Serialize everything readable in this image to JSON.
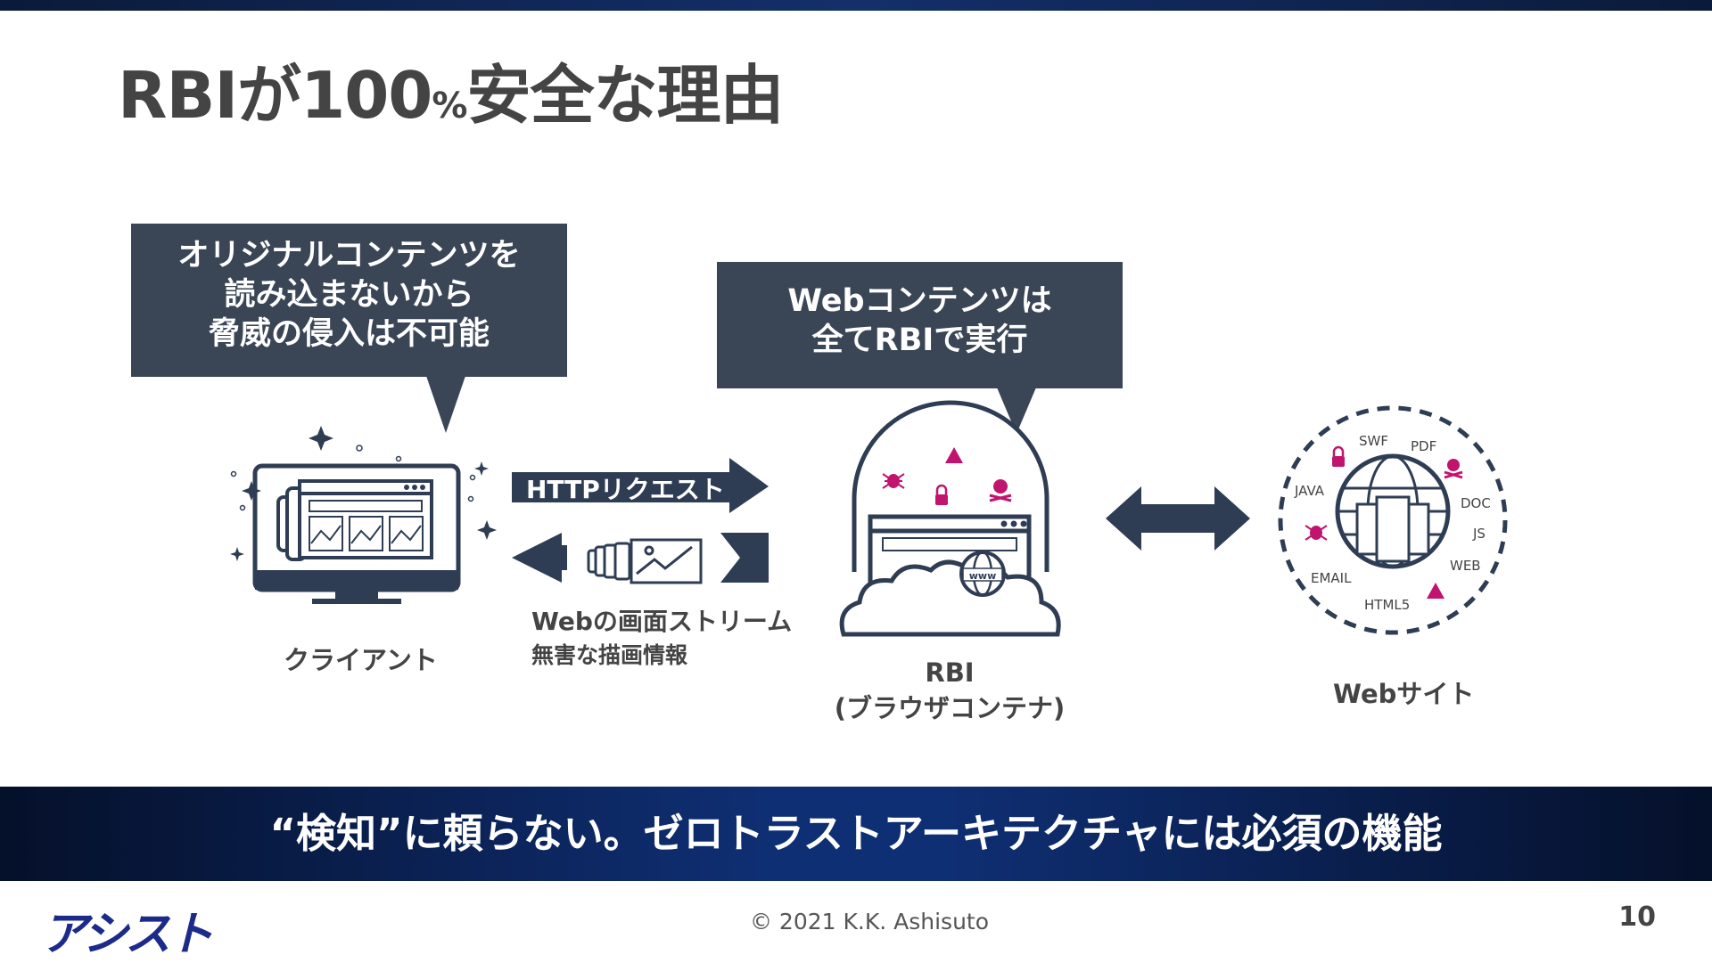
{
  "slide": {
    "title_main": "RBIが100",
    "title_pct": "%",
    "title_rest": "安全な理由"
  },
  "callouts": {
    "left": [
      "オリジナルコンテンツを",
      "読み込まないから",
      "脅威の侵入は不可能"
    ],
    "middle": [
      "Webコンテンツは",
      "全てRBIで実行"
    ]
  },
  "flow": {
    "http_request": "HTTPリクエスト",
    "stream_line1": "Webの画面ストリーム",
    "stream_line2": "無害な描画情報"
  },
  "nodes": {
    "client": "クライアント",
    "rbi_line1": "RBI",
    "rbi_line2": "(ブラウザコンテナ)",
    "website": "Webサイト"
  },
  "web_labels": [
    "SWF",
    "PDF",
    "JAVA",
    "DOC",
    "JS",
    "WEB",
    "EMAIL",
    "HTML5"
  ],
  "browser_badge": "www",
  "icons": {
    "threat_colors": "#c0146e",
    "dark": "#2f3d54"
  },
  "footer": {
    "tagline": "“検知”に頼らない。ゼロトラストアーキテクチャには必須の機能",
    "logo": "アシスト",
    "copyright": "© 2021 K.K. Ashisuto",
    "page_number": "10"
  }
}
